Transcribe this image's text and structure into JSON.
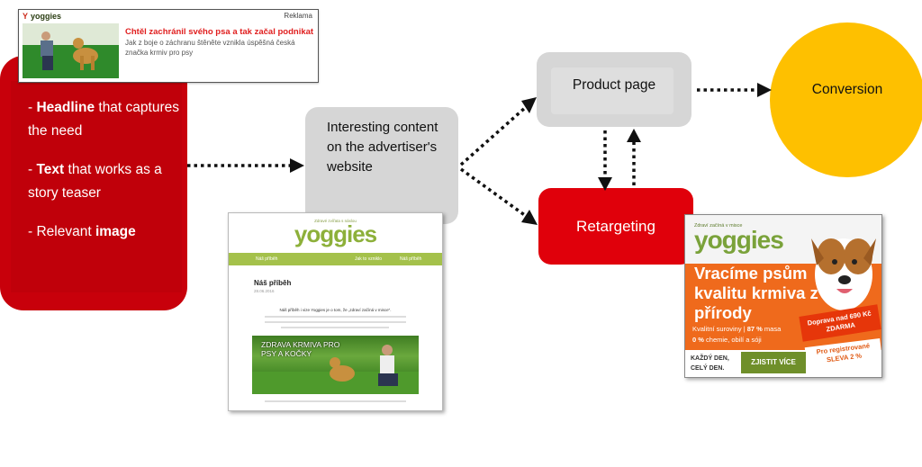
{
  "native_ad": {
    "brand": "yoggies",
    "label": "Reklama",
    "title": "Chtěl zachránil svého psa a tak začal podnikat",
    "description": "Jak z boje o záchranu štěněte vznikla úspěšná česká značka krmiv pro psy"
  },
  "red_box": {
    "items": [
      {
        "prefix": "- ",
        "bold": "Headline",
        "rest": " that captures the need"
      },
      {
        "prefix": "- ",
        "bold": "Text",
        "rest": " that works as a story teaser"
      },
      {
        "prefix": "- Relevant ",
        "bold": "image",
        "rest": ""
      }
    ]
  },
  "content_node": {
    "label": "Interesting content on the advertiser's website"
  },
  "product_node": {
    "label": "Product page"
  },
  "conversion_node": {
    "label": "Conversion"
  },
  "retargeting_node": {
    "label": "Retargeting"
  },
  "website": {
    "tagline": "Zdravé zvířata s náslou",
    "logo": "yoggies",
    "nav": [
      "Náš příběh",
      "Jak to vzniklo",
      "Náš příběh"
    ],
    "heading": "Náš příběh",
    "date": "28.06.2016",
    "lead": "Náš příběh i vize Yoggies je o tom, že „zdraví začíná v misce\".",
    "photo_caption": "ZDRAVA KRMIVA PRO PSY A KOČKY"
  },
  "banner": {
    "tagline": "Zdraví začíná v misce",
    "logo": "yoggies",
    "headline": "Vracíme psům kvalitu krmiva z přírody",
    "line1_text": "Kvalitní suroviny | ",
    "line1_bold": "87 %",
    "line1_end": " masa",
    "line2_bold": "0 %",
    "line2_end": " chemie, obilí a sóji",
    "promo1": "Doprava nad 690 Kč ZDARMA",
    "promo2": "Pro registrované SLEVA 2 %",
    "days": "KAŽDÝ DEN, CELÝ DEN.",
    "cta": "ZJISTIT VÍCE"
  },
  "colors": {
    "red": "#c8000b",
    "retarget_red": "#e0000b",
    "grey": "#d6d6d6",
    "yellow": "#fec000",
    "arrow": "#111111"
  }
}
